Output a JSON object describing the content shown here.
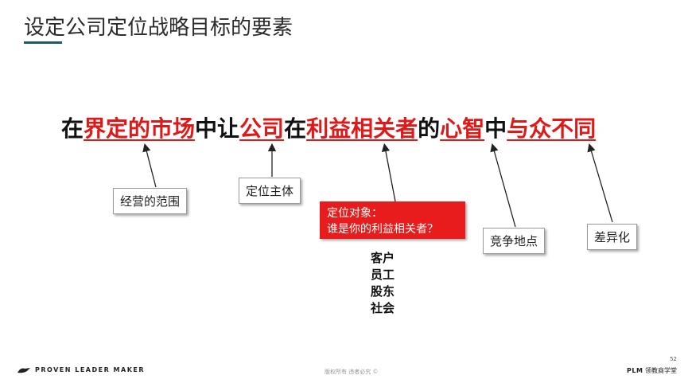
{
  "slide": {
    "title": "设定公司定位战略目标的要素"
  },
  "statement": {
    "parts": [
      {
        "text": "在",
        "highlight": false
      },
      {
        "text": "界定的市场",
        "highlight": true
      },
      {
        "text": "中让",
        "highlight": false
      },
      {
        "text": "公司",
        "highlight": true
      },
      {
        "text": "在",
        "highlight": false
      },
      {
        "text": "利益相关者",
        "highlight": true
      },
      {
        "text": "的",
        "highlight": false
      },
      {
        "text": "心智",
        "highlight": true
      },
      {
        "text": "中",
        "highlight": false
      },
      {
        "text": "与众不同",
        "highlight": true
      }
    ]
  },
  "callouts": {
    "market": "经营的范围",
    "subject": "定位主体",
    "object_line1": "定位对象：",
    "object_line2": "谁是你的利益相关者？",
    "mind": "竞争地点",
    "different": "差异化"
  },
  "stakeholders": [
    "客户",
    "员工",
    "股东",
    "社会"
  ],
  "footer": {
    "brand": "PROVEN LEADER MAKER",
    "copyright": "版权所有 违者必究 ©",
    "right_brand": "PLM",
    "right_text": "领教商学堂",
    "page_number": "52"
  },
  "colors": {
    "highlight": "#e01818",
    "accent_rule": "#1f5c5c",
    "red_box": "#e81c1c"
  }
}
